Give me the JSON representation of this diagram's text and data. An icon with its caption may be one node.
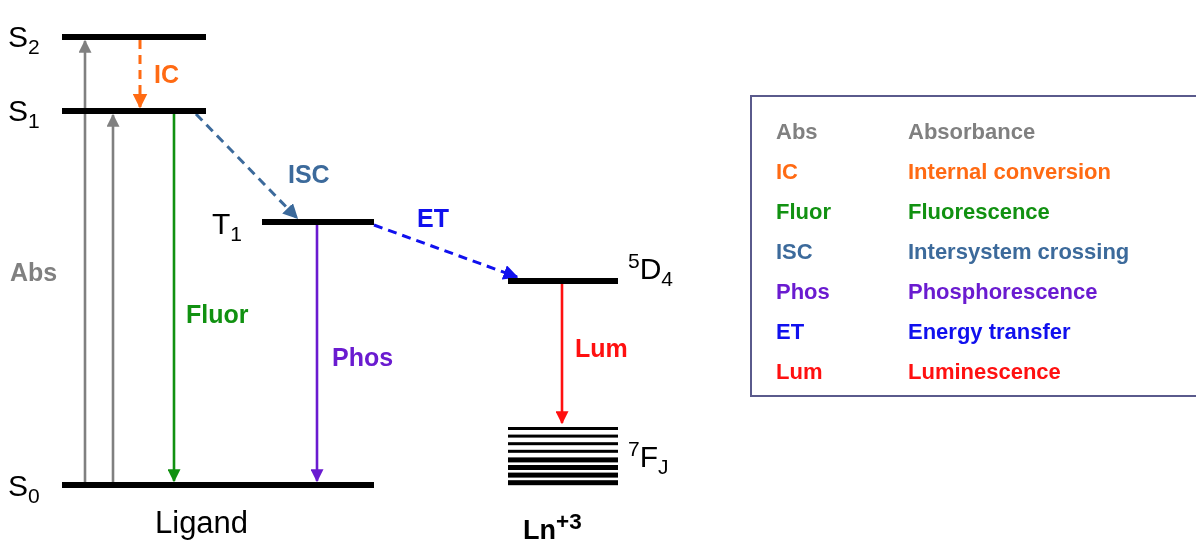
{
  "diagram": {
    "nodes": [
      {
        "text": [
          "S$_{2}$"
        ]
      },
      {
        "text": [
          "S$_{1}$"
        ]
      },
      {
        "text": [
          "T$_{1}$"
        ]
      },
      {
        "text": [
          "S$_{0}$"
        ]
      },
      {
        "text": [
          "$^{5}$D$_{4}$"
        ]
      },
      {
        "text": [
          "$^{7}$F$_{J}$"
        ]
      }
    ],
    "edges": [
      {
        "from": 3,
        "to": 0,
        "arrow": "to",
        "label": "Abs",
        "color": "#808080"
      },
      {
        "from": 3,
        "to": 1,
        "arrow": "to",
        "color": "#808080"
      },
      {
        "from": 0,
        "to": 1,
        "arrow": "to",
        "label": "IC",
        "style": "dashed",
        "color": "#ff6a13"
      },
      {
        "from": 1,
        "to": 3,
        "arrow": "to",
        "label": "Fluor",
        "color": "#119111"
      },
      {
        "from": 1,
        "to": 2,
        "arrow": "to",
        "label": "ISC",
        "style": "dashed",
        "color": "#3c6a9b"
      },
      {
        "from": 2,
        "to": 3,
        "arrow": "to",
        "label": "Phos",
        "color": "#6a1bd0"
      },
      {
        "from": 2,
        "to": 4,
        "arrow": "to",
        "label": "ET",
        "style": "dashed",
        "color": "#1010ee"
      },
      {
        "from": 4,
        "to": 5,
        "arrow": "to",
        "label": "Lum",
        "color": "#ff1010"
      }
    ],
    "labels": [
      "Abs",
      "IC",
      "Fluor",
      "ISC",
      "Phos",
      "ET",
      "Lum",
      "Ligand",
      "Ln$^{+3}$"
    ],
    "legend": [
      {
        "text": "Absorbance",
        "color": "#808080"
      },
      {
        "text": "Internal conversion",
        "color": "#ff6a13"
      },
      {
        "text": "Fluorescence",
        "color": "#119111"
      },
      {
        "text": "Intersystem crossing",
        "color": "#3c6a9b"
      },
      {
        "text": "Phosphorescence",
        "color": "#6a1bd0"
      },
      {
        "text": "Energy transfer",
        "color": "#1010ee"
      },
      {
        "text": "Luminescence",
        "color": "#ff1010"
      }
    ]
  }
}
